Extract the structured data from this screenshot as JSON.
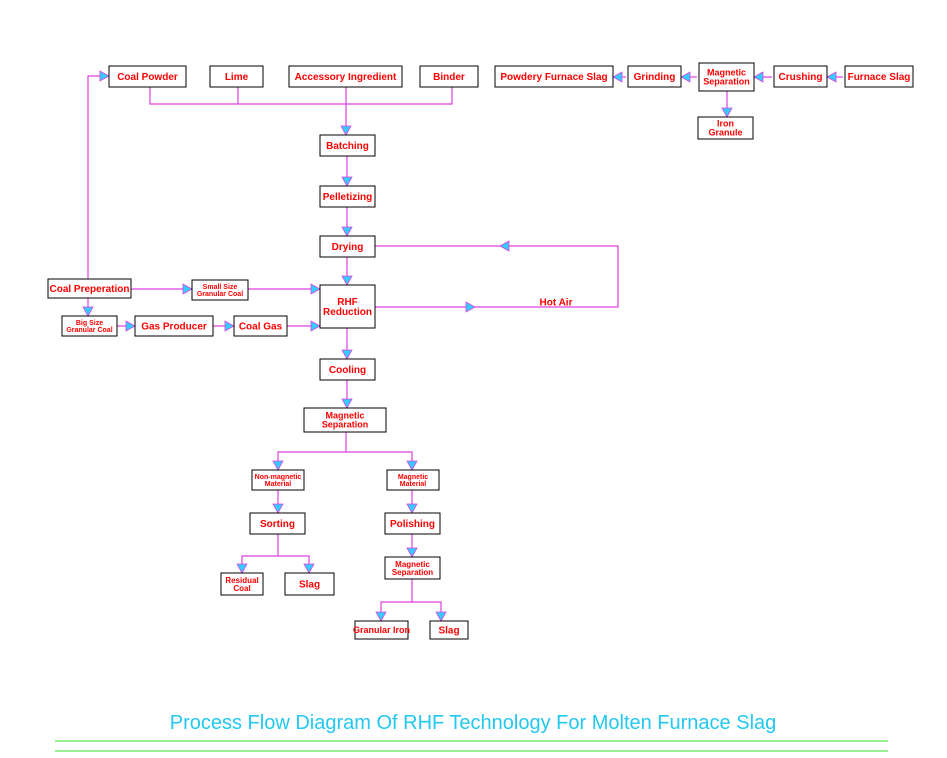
{
  "title": "Process Flow Diagram Of RHF Technology For Molten Furnace Slag",
  "colors": {
    "box_text": "#ff0000",
    "box_border": "#000000",
    "connector": "#e040e0",
    "arrow_fill": "#33ccff",
    "title": "#22c8f0",
    "rule": "#33dd33"
  },
  "nodes": {
    "coal_powder": [
      "Coal Powder"
    ],
    "lime": [
      "Lime"
    ],
    "accessory": [
      "Accessory Ingredient"
    ],
    "binder": [
      "Binder"
    ],
    "powdery_slag": [
      "Powdery Furnace Slag"
    ],
    "grinding": [
      "Grinding"
    ],
    "mag_sep_top": [
      "Magnetic",
      "Separation"
    ],
    "crushing": [
      "Crushing"
    ],
    "furnace_slag": [
      "Furnace Slag"
    ],
    "iron_granule": [
      "Iron",
      "Granule"
    ],
    "batching": [
      "Batching"
    ],
    "pelletizing": [
      "Pelletizing"
    ],
    "drying": [
      "Drying"
    ],
    "coal_prep": [
      "Coal Preperation"
    ],
    "small_coal": [
      "Small Size",
      "Granular Coal"
    ],
    "big_coal": [
      "Big Size",
      "Granular Coal"
    ],
    "gas_producer": [
      "Gas Producer"
    ],
    "coal_gas": [
      "Coal Gas"
    ],
    "rhf": [
      "RHF",
      "Reduction"
    ],
    "hot_air": [
      "Hot Air"
    ],
    "cooling": [
      "Cooling"
    ],
    "mag_sep_mid": [
      "Magnetic",
      "Separation"
    ],
    "non_magnetic": [
      "Non-magnetic",
      "Material"
    ],
    "magnetic_material": [
      "Magnetic",
      "Material"
    ],
    "sorting": [
      "Sorting"
    ],
    "polishing": [
      "Polishing"
    ],
    "residual_coal": [
      "Residual",
      "Coal"
    ],
    "slag_left": [
      "Slag"
    ],
    "mag_sep_bottom": [
      "Magnetic",
      "Separation"
    ],
    "granular_iron": [
      "Granular Iron"
    ],
    "slag_right": [
      "Slag"
    ]
  }
}
